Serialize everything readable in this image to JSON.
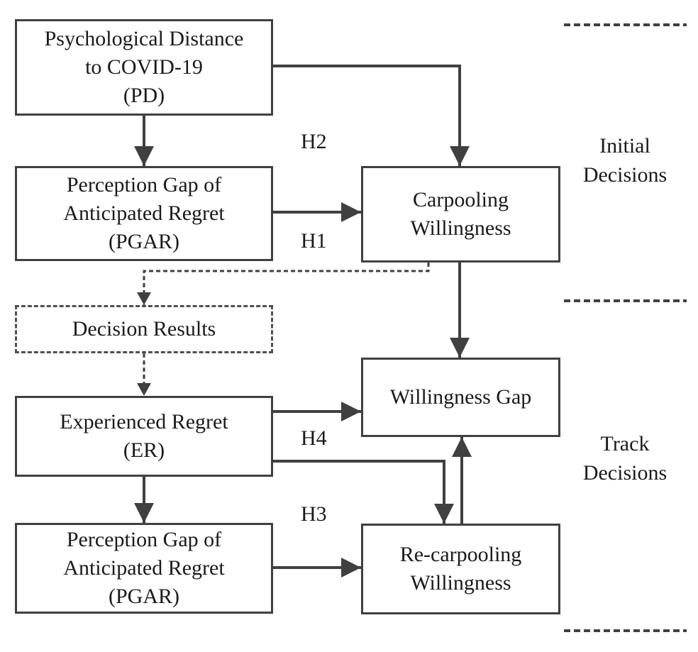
{
  "boxes": {
    "pd": [
      "Psychological Distance",
      "to COVID-19",
      "(PD)"
    ],
    "pgar1": [
      "Perception Gap of",
      "Anticipated Regret",
      "(PGAR)"
    ],
    "carpooling": [
      "Carpooling",
      "Willingness"
    ],
    "decision_results": [
      "Decision Results"
    ],
    "willingness_gap": [
      "Willingness Gap"
    ],
    "er": [
      "Experienced Regret",
      "(ER)"
    ],
    "pgar2": [
      "Perception Gap of",
      "Anticipated Regret",
      "(PGAR)"
    ],
    "recarpooling": [
      "Re-carpooling",
      "Willingness"
    ]
  },
  "hypotheses": {
    "h1": "H1",
    "h2": "H2",
    "h3": "H3",
    "h4": "H4"
  },
  "stages": {
    "initial": [
      "Initial",
      "Decisions"
    ],
    "track": [
      "Track",
      "Decisions"
    ]
  }
}
